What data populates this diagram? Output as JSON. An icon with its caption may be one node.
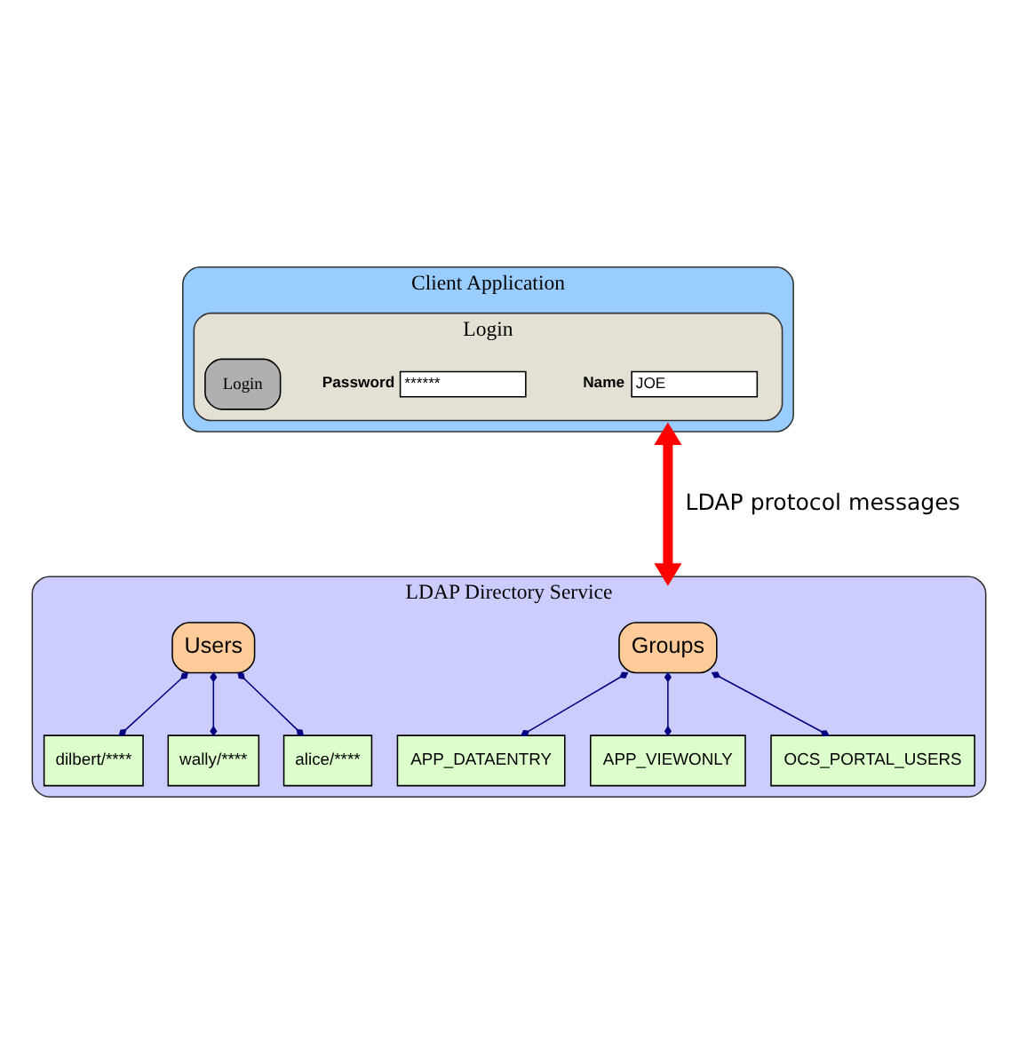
{
  "diagram": {
    "nodes": [
      {
        "text": [
          "Client Application"
        ]
      },
      {
        "text": [
          "Login"
        ],
        "in": 0
      },
      {
        "text": [
          "JOE"
        ],
        "beside": [
          "Name"
        ],
        "in": 1
      },
      {
        "text": [
          "******"
        ],
        "beside": [
          "Password"
        ],
        "in": 1
      },
      {
        "text": [
          "Login"
        ],
        "in": 1
      },
      {
        "text": [
          "LDAP Directory Service"
        ]
      },
      {
        "text": [
          "Groups"
        ],
        "in": 5
      },
      {
        "text": [
          "APP_DATAENTRY"
        ],
        "in": 5
      },
      {
        "text": [
          "APP_VIEWONLY"
        ],
        "in": 5
      },
      {
        "text": [
          "OCS_PORTAL_USERS"
        ],
        "in": 5
      },
      {
        "text": [
          "Users"
        ],
        "in": 5
      },
      {
        "text": [
          "dilbert/****"
        ],
        "in": 5
      },
      {
        "text": [
          "wally/****"
        ],
        "in": 5
      },
      {
        "text": [
          "alice/****"
        ],
        "in": 5
      }
    ],
    "edges": [
      {
        "from": 0,
        "to": 5,
        "arrow": "both",
        "label": "LDAP protocol messages",
        "style": "thick",
        "color": "#ff0000"
      },
      {
        "from": 6,
        "to": 7,
        "arrow": "other"
      },
      {
        "from": 6,
        "to": 8,
        "arrow": "other"
      },
      {
        "from": 6,
        "to": 9,
        "arrow": "other"
      },
      {
        "from": 10,
        "to": 11,
        "arrow": "other"
      },
      {
        "from": 10,
        "to": 12,
        "arrow": "other"
      },
      {
        "from": 10,
        "to": 13,
        "arrow": "other"
      }
    ]
  }
}
